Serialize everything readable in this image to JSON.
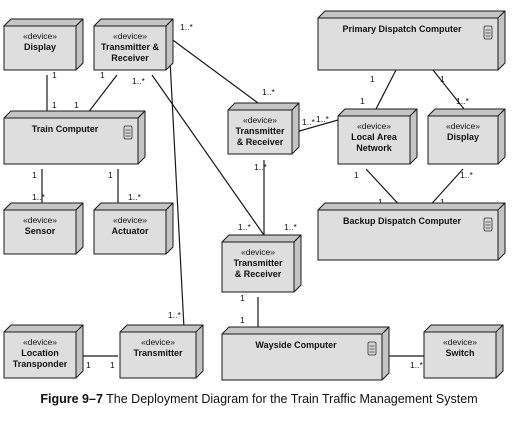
{
  "diagram": {
    "stereotype": "«device»",
    "nodes": [
      {
        "id": "display-top",
        "name": [
          "Display"
        ],
        "device": true,
        "server_icon": false
      },
      {
        "id": "trx-top",
        "name": [
          "Transmitter &",
          "Receiver"
        ],
        "device": true,
        "server_icon": false
      },
      {
        "id": "primary",
        "name": [
          "Primary Dispatch Computer"
        ],
        "device": false,
        "server_icon": true
      },
      {
        "id": "train",
        "name": [
          "Train Computer"
        ],
        "device": false,
        "server_icon": true
      },
      {
        "id": "trx-mid",
        "name": [
          "Transmitter",
          "& Receiver"
        ],
        "device": true,
        "server_icon": false
      },
      {
        "id": "lan",
        "name": [
          "Local Area",
          "Network"
        ],
        "device": true,
        "server_icon": false
      },
      {
        "id": "display-right",
        "name": [
          "Display"
        ],
        "device": true,
        "server_icon": false
      },
      {
        "id": "sensor",
        "name": [
          "Sensor"
        ],
        "device": true,
        "server_icon": false
      },
      {
        "id": "actuator",
        "name": [
          "Actuator"
        ],
        "device": true,
        "server_icon": false
      },
      {
        "id": "backup",
        "name": [
          "Backup Dispatch Computer"
        ],
        "device": false,
        "server_icon": true
      },
      {
        "id": "trx-low",
        "name": [
          "Transmitter",
          "& Receiver"
        ],
        "device": true,
        "server_icon": false
      },
      {
        "id": "location",
        "name": [
          "Location",
          "Transponder"
        ],
        "device": true,
        "server_icon": false
      },
      {
        "id": "transmitter",
        "name": [
          "Transmitter"
        ],
        "device": true,
        "server_icon": false
      },
      {
        "id": "wayside",
        "name": [
          "Wayside Computer"
        ],
        "device": false,
        "server_icon": true
      },
      {
        "id": "switch",
        "name": [
          "Switch"
        ],
        "device": true,
        "server_icon": false
      }
    ],
    "links": [
      {
        "from": "display-top",
        "to": "train",
        "from_mult": "1",
        "to_mult": "1"
      },
      {
        "from": "trx-top",
        "to": "train",
        "from_mult": "1",
        "to_mult": "1"
      },
      {
        "from": "trx-top",
        "to": "trx-mid",
        "from_mult": "1..*",
        "to_mult": "1..*"
      },
      {
        "from": "trx-top",
        "to": "trx-low",
        "from_mult": "1..*",
        "to_mult": "1..*"
      },
      {
        "from": "trx-top",
        "to": "transmitter",
        "from_mult": "",
        "to_mult": "1..*"
      },
      {
        "from": "trx-mid",
        "to": "lan",
        "from_mult": "1..*",
        "to_mult": "1..*"
      },
      {
        "from": "trx-mid",
        "to": "trx-low",
        "from_mult": "1..*",
        "to_mult": "1..*"
      },
      {
        "from": "primary",
        "to": "lan",
        "from_mult": "1",
        "to_mult": "1"
      },
      {
        "from": "primary",
        "to": "display-right",
        "from_mult": "1",
        "to_mult": "1..*"
      },
      {
        "from": "lan",
        "to": "backup",
        "from_mult": "1",
        "to_mult": "1"
      },
      {
        "from": "display-right",
        "to": "backup",
        "from_mult": "1..*",
        "to_mult": "1"
      },
      {
        "from": "train",
        "to": "sensor",
        "from_mult": "1",
        "to_mult": "1..*"
      },
      {
        "from": "train",
        "to": "actuator",
        "from_mult": "1",
        "to_mult": "1..*"
      },
      {
        "from": "trx-low",
        "to": "wayside",
        "from_mult": "1",
        "to_mult": "1"
      },
      {
        "from": "location",
        "to": "transmitter",
        "from_mult": "1",
        "to_mult": "1"
      },
      {
        "from": "wayside",
        "to": "switch",
        "from_mult": "1",
        "to_mult": "1..*"
      }
    ]
  },
  "caption": {
    "figure": "Figure 9–7",
    "text": "The Deployment Diagram for the Train Traffic Management System"
  }
}
